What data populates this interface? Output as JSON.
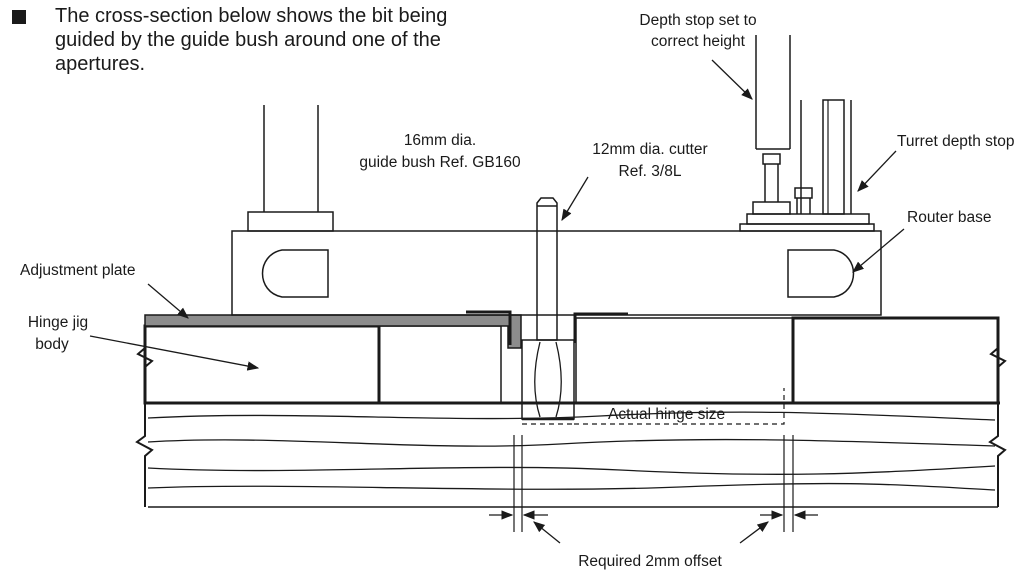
{
  "intro": {
    "bullet_icon": "square-bullet",
    "lines": [
      "The cross-section below shows the bit being",
      "guided by the guide bush around one of the",
      "apertures."
    ]
  },
  "labels": {
    "depth_stop": [
      "Depth stop set to",
      "correct height"
    ],
    "guide_bush": [
      "16mm dia.",
      "guide bush Ref. GB160"
    ],
    "cutter": [
      "12mm dia.  cutter",
      "Ref. 3/8L"
    ],
    "turret": "Turret depth stop",
    "router_base": "Router base",
    "adjustment_plate": "Adjustment plate",
    "hinge_jig": [
      "Hinge jig",
      "body"
    ],
    "hinge_size": "Actual hinge size",
    "offset": "Required 2mm offset"
  },
  "colors": {
    "line": "#1a1a1a",
    "plate": "#8c8c8c",
    "background": "#ffffff"
  }
}
